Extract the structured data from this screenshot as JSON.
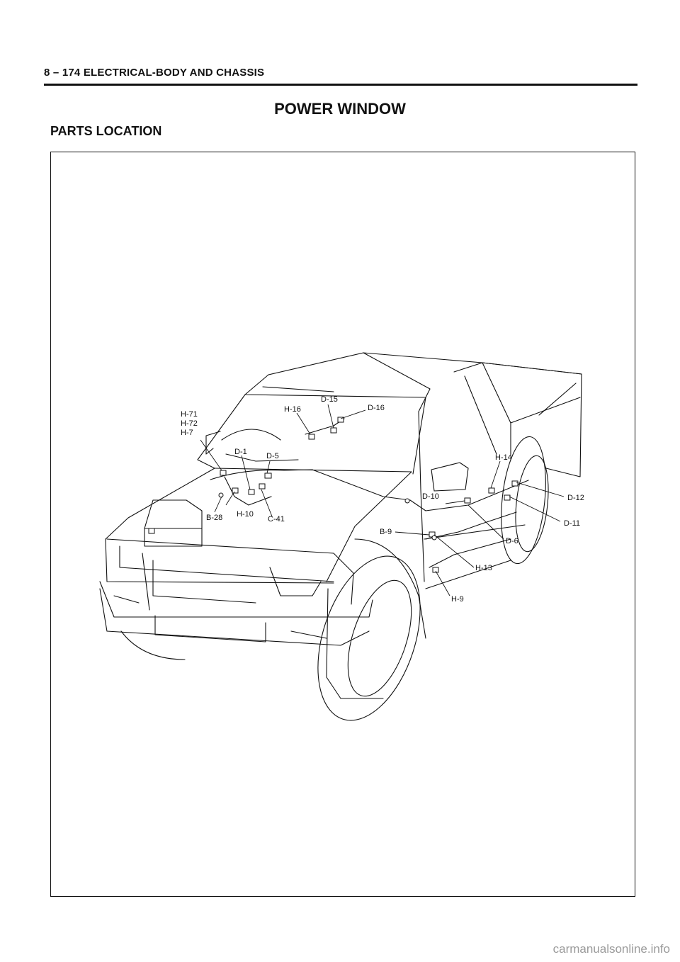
{
  "header": {
    "page_ref": "8 – 174 ELECTRICAL-BODY AND CHASSIS"
  },
  "document": {
    "title": "POWER WINDOW",
    "section": "PARTS LOCATION"
  },
  "figure": {
    "connector_labels": {
      "h71": "H-71",
      "h72": "H-72",
      "h7": "H-7",
      "h16": "H-16",
      "d15": "D-15",
      "d16": "D-16",
      "d1": "D-1",
      "d5": "D-5",
      "b28": "B-28",
      "h10": "H-10",
      "c41": "C-41",
      "h14": "H-14",
      "d10": "D-10",
      "d12": "D-12",
      "d11": "D-11",
      "b9": "B-9",
      "d6": "D-6",
      "h13": "H-13",
      "h9": "H-9"
    }
  },
  "footer": {
    "watermark": "carmanualsonline.info"
  }
}
